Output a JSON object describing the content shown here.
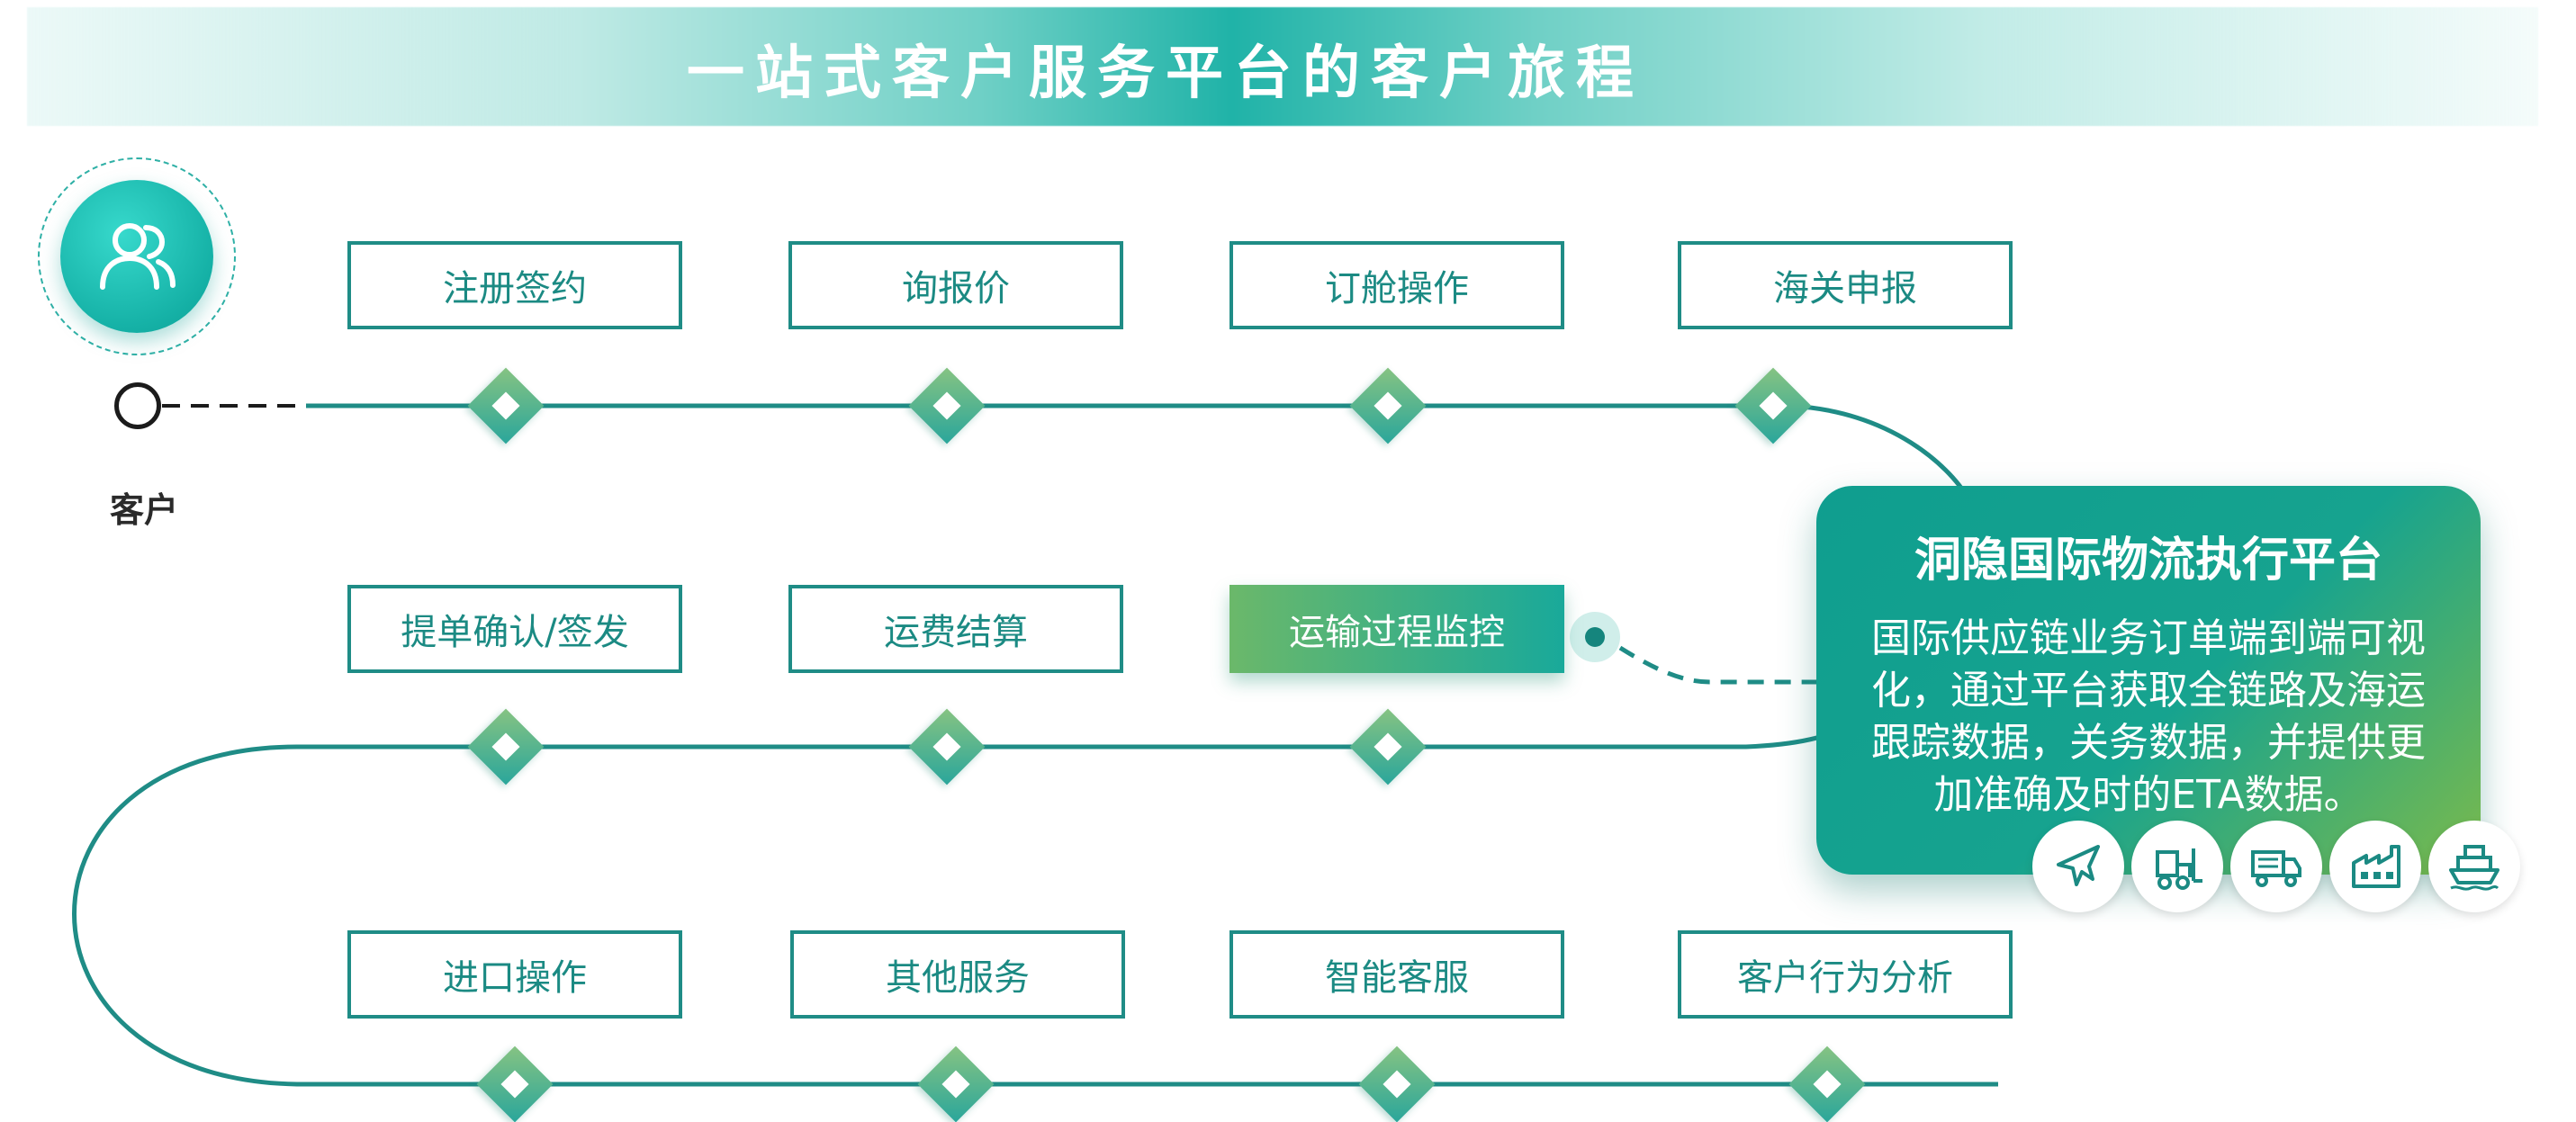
{
  "title": "一站式客户服务平台的客户旅程",
  "customer_label": "客户",
  "stages": {
    "row1": [
      "注册签约",
      "询报价",
      "订舱操作",
      "海关申报"
    ],
    "row2": [
      "提单确认/签发",
      "运费结算",
      "运输过程监控"
    ],
    "row3": [
      "进口操作",
      "其他服务",
      "智能客服",
      "客户行为分析"
    ]
  },
  "active_stage": "运输过程监控",
  "platform": {
    "title": "洞隐国际物流执行平台",
    "description": "国际供应链业务订单端到端可视化，通过平台获取全链路及海运跟踪数据，关务数据，并提供更加准确及时的ETA数据。"
  },
  "transport_icons": [
    "plane-icon",
    "forklift-icon",
    "truck-icon",
    "warehouse-icon",
    "ship-icon"
  ],
  "colors": {
    "primary": "#1f8c86",
    "accent_green": "#7bba4c",
    "teal": "#15b1a6"
  }
}
